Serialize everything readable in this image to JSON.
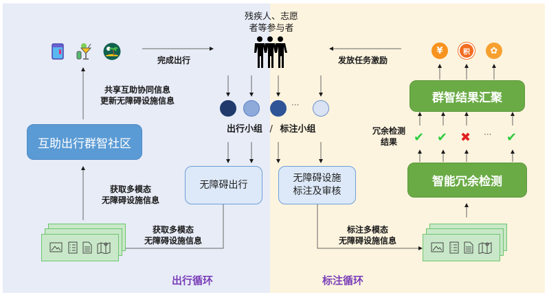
{
  "participants": {
    "title_line1": "残疾人、志愿",
    "title_line2": "者等参与者",
    "icon": "people-group-icon"
  },
  "left_loop": {
    "loop_title": "出行循环",
    "community_box": "互助出行群智社区",
    "travel_box": "无障碍出行",
    "complete_travel_label": "完成出行",
    "share_label_line1": "共享互助协同信息",
    "share_label_line2": "更新无障碍设施信息",
    "acquire_label_line1": "获取多模态",
    "acquire_label_line2": "无障碍设施信息",
    "acquire2_label_line1": "获取多模态",
    "acquire2_label_line2": "无障碍设施信息",
    "top_icons": [
      "notebook-icon",
      "cocktail-icon",
      "beach-island-icon"
    ]
  },
  "right_loop": {
    "loop_title": "标注循环",
    "annotation_box_line1": "无障碍设施",
    "annotation_box_line2": "标注及审核",
    "aggregate_box": "群智结果汇聚",
    "detection_box": "智能冗余检测",
    "incentive_label": "发放任务激励",
    "annotate_label_line1": "标注多模态",
    "annotate_label_line2": "无障碍设施信息",
    "detection_result_line1": "冗余检测",
    "detection_result_line2": "结果",
    "results": [
      "check",
      "check",
      "cross",
      "ellipsis",
      "check"
    ],
    "rewards": [
      "yuan-coin-icon",
      "points-badge-icon",
      "award-medal-icon"
    ],
    "reward_glyphs": [
      "¥",
      "积",
      "✿"
    ]
  },
  "groups": {
    "label_left": "出行小组",
    "separator": "/",
    "label_right": "标注小组",
    "ellipsis": "···"
  },
  "data_stack_icons": [
    "image-icon",
    "list-icon",
    "document-icon",
    "map-icon"
  ],
  "glyphs": {
    "check": "✔",
    "cross": "✖",
    "ellipsis": "···"
  },
  "colors": {
    "left_bg": "#e7ecf7",
    "right_bg": "#fdf4df",
    "blue_box": "#5b9bd5",
    "green_box": "#6aab46",
    "loop_title": "#7a3fb8",
    "check": "#2ecc40",
    "cross": "#e02020",
    "reward": "#f7931e"
  }
}
